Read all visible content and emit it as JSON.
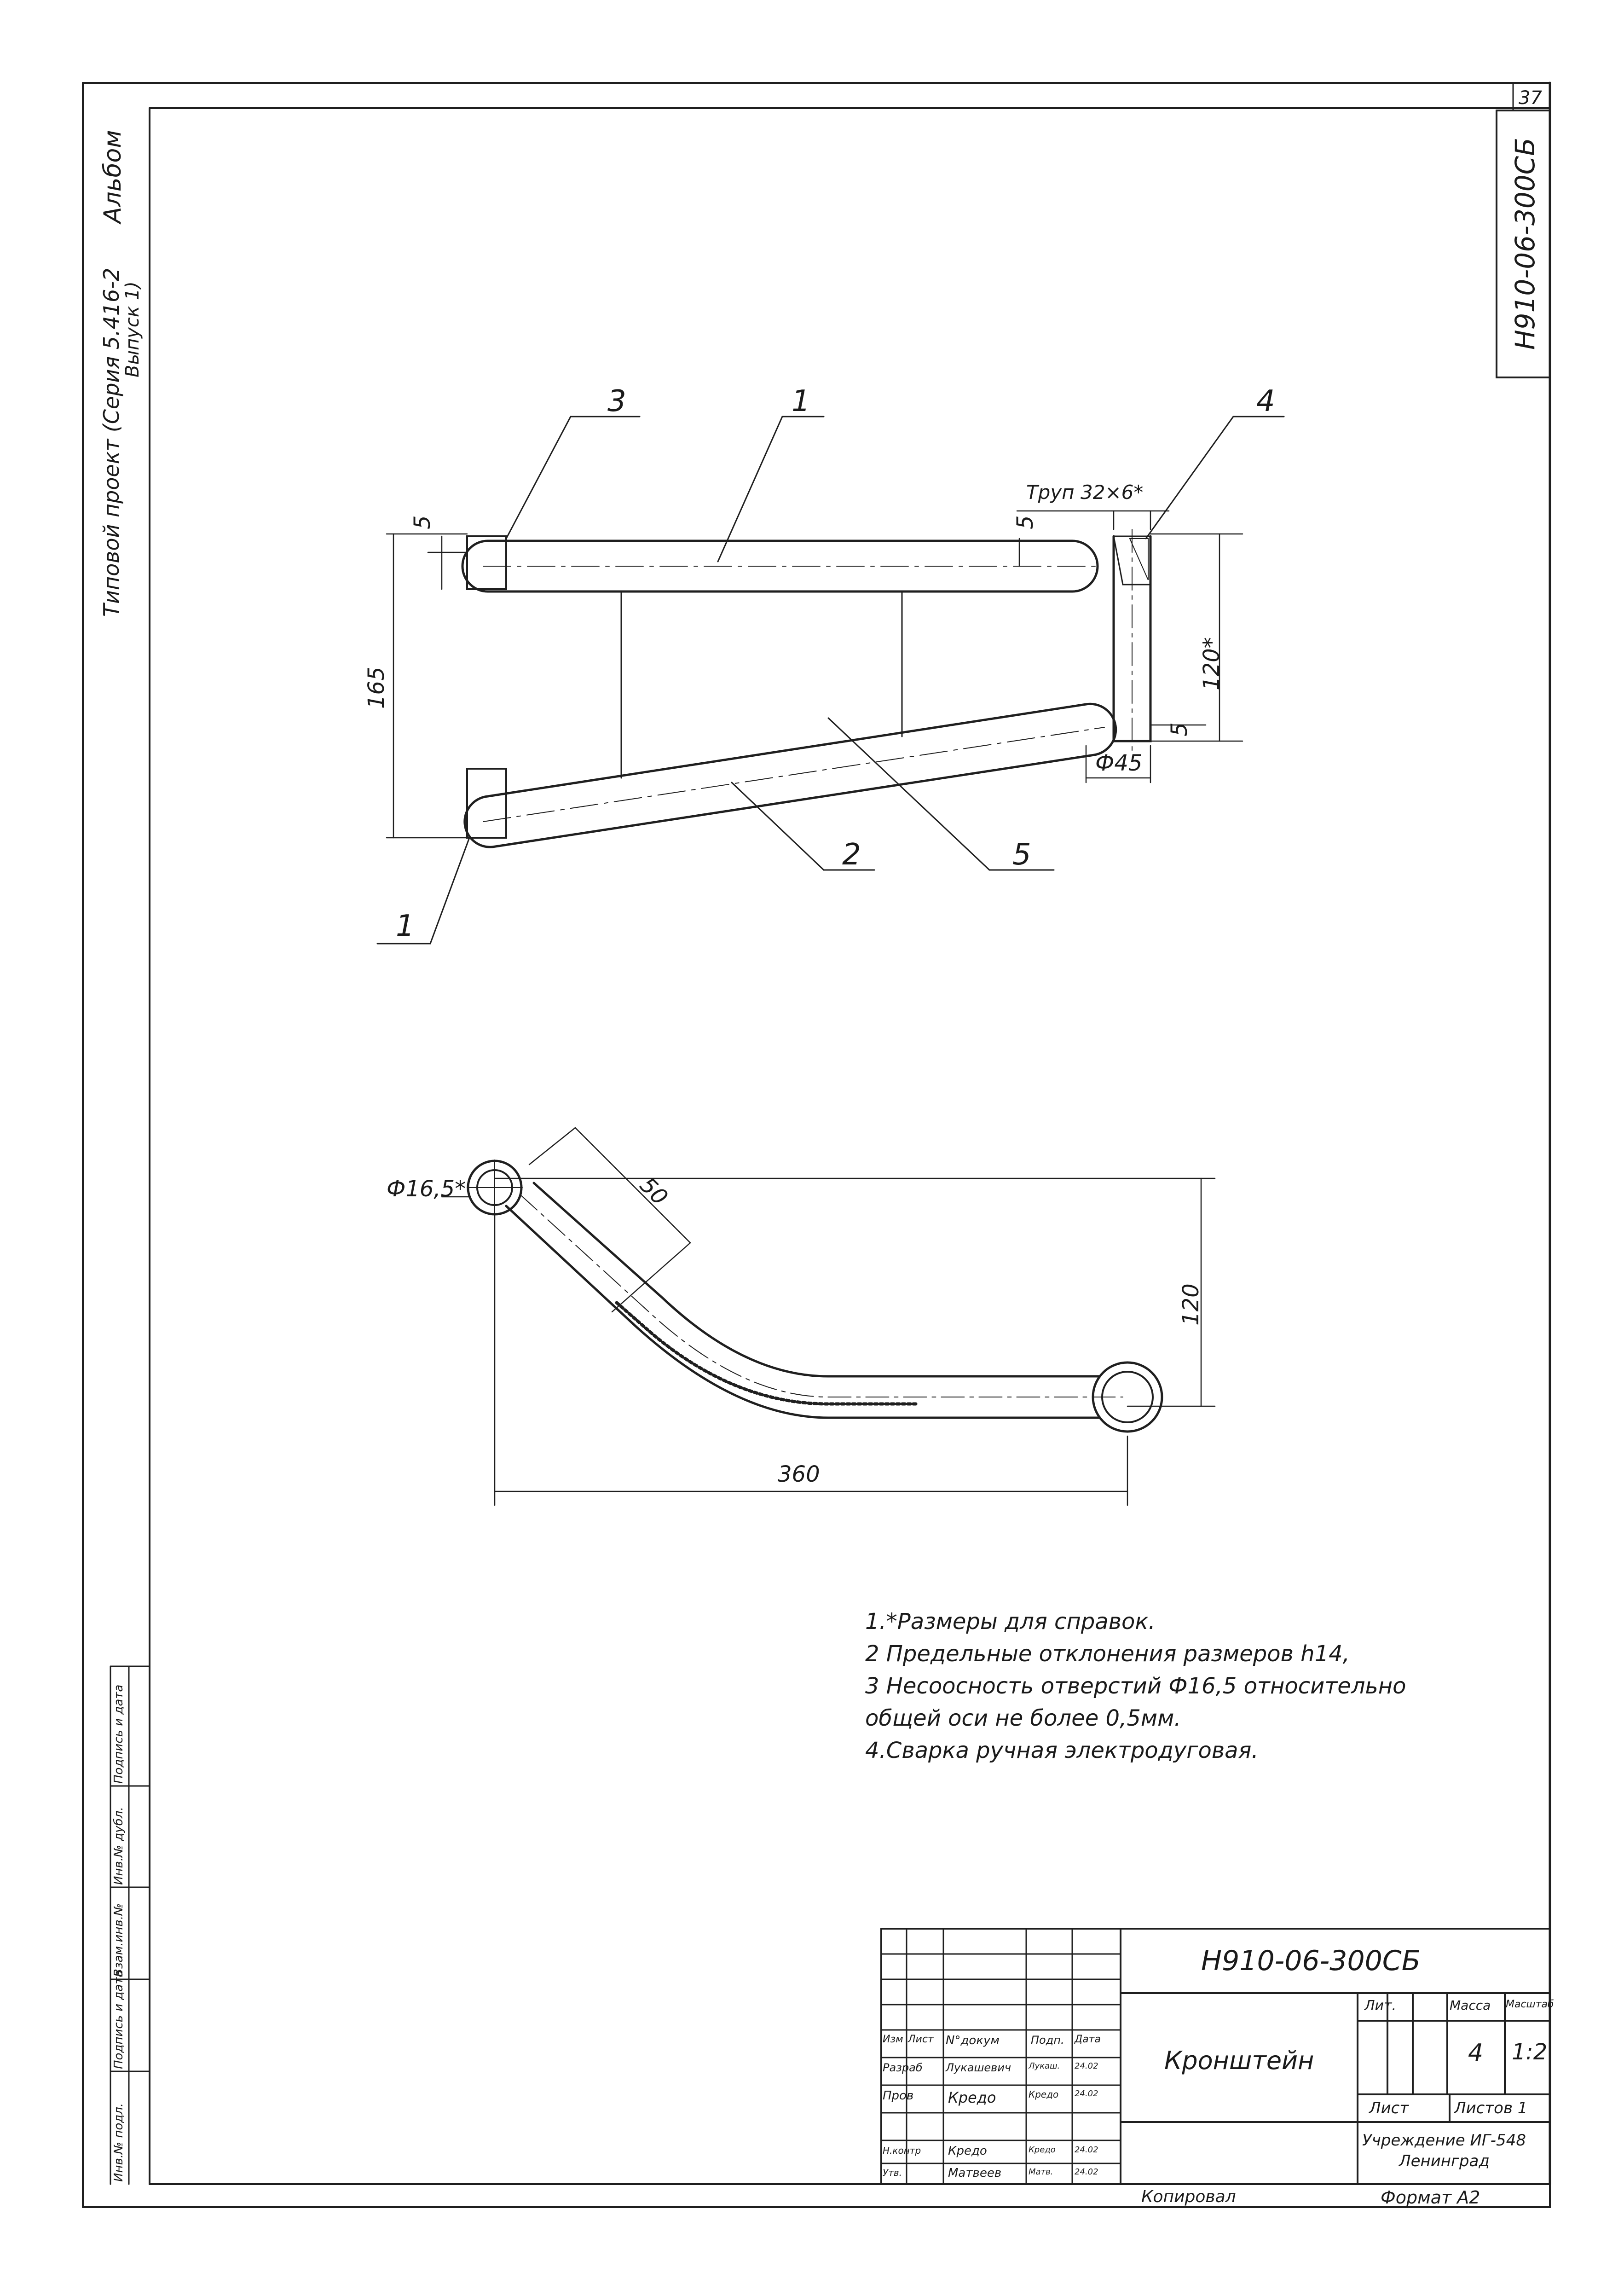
{
  "sheet": {
    "sheet_number": "37",
    "doc_code_vertical": "Н910-06-300СБ",
    "album_label": "Альбом",
    "project_line1": "Типовой проект (Серия 5.416-2",
    "project_line2": "Выпуск 1)"
  },
  "side_stamp": {
    "labels": [
      "Инв.№ подл.",
      "Подпись и дата",
      "Взам.инв.№",
      "Инв.№ дубл.",
      "Подпись и дата"
    ]
  },
  "top_view": {
    "callouts": [
      "3",
      "1",
      "4",
      "1",
      "2",
      "5"
    ],
    "dims": {
      "d5_left": "5",
      "d5_right": "5",
      "d165": "165",
      "d120star": "120*",
      "d5_lower": "5",
      "phi45": "Ф45",
      "tube_label": "Труп 32×6*"
    }
  },
  "front_view": {
    "dims": {
      "phi16_5": "Ф16,5*",
      "d50": "50",
      "d120": "120",
      "d360": "360"
    }
  },
  "notes": [
    "1.*Размеры для справок.",
    "2 Предельные отклонения размеров h14,",
    "3 Несоосность отверстий Ф16,5 относительно",
    "общей оси не более 0,5мм.",
    "4.Сварка ручная электродуговая."
  ],
  "title_block": {
    "doc_code": "Н910-06-300СБ",
    "part_name": "Кронштейн",
    "headers": {
      "izm": "Изм",
      "list": "Лист",
      "ndoc": "N°докум",
      "podp": "Подп.",
      "data": "Дата"
    },
    "rows": [
      {
        "role": "Разраб",
        "name": "Лукашевич",
        "sign": "Лукаш.",
        "date": "24.02"
      },
      {
        "role": "Пров",
        "name": "Кредо",
        "sign": "Кредо",
        "date": "24.02"
      },
      {
        "role": "Н.контр",
        "name": "Кредо",
        "sign": "Кредо",
        "date": "24.02"
      },
      {
        "role": "Утв.",
        "name": "Матвеев",
        "sign": "Матв.",
        "date": "24.02"
      }
    ],
    "lit_header": "Лит.",
    "mass_header": "Масса",
    "scale_header": "Масштаб",
    "mass": "4",
    "scale": "1:2",
    "sheet_label": "Лист",
    "sheets_label": "Листов 1",
    "org_line1": "Учреждение ИГ-548",
    "org_line2": "Ленинград",
    "copied": "Копировал",
    "format": "Формат А2"
  }
}
